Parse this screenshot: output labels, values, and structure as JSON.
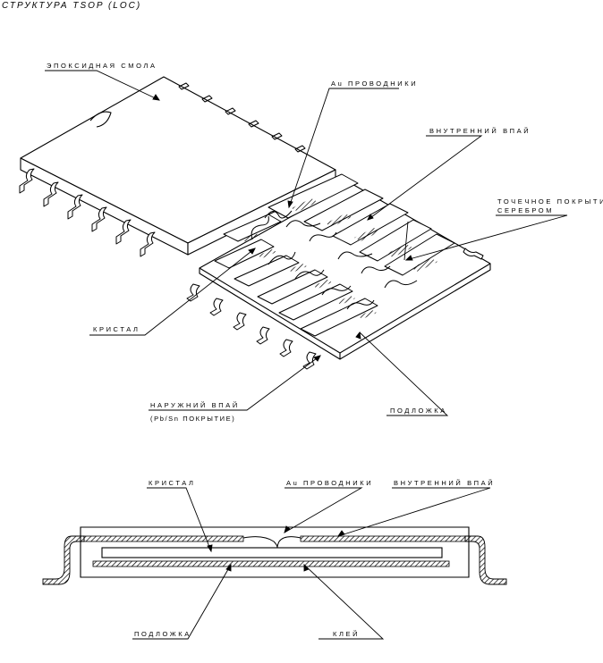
{
  "title": "СТРУКТУРА TSOP (LOC)",
  "iso_labels": {
    "epoxy": "ЭПОКСИДНАЯ СМОЛА",
    "au_wires": "Au ПРОВОДНИКИ",
    "inner_lead": "ВНУТРЕННИЙ ВПАЙ",
    "silver_line1": "ТОЧЕЧНОЕ ПОКРЫТИЕ",
    "silver_line2": "СЕРЕБРОМ",
    "chip": "КРИСТАЛ",
    "outer_lead_line1": "НАРУЖНИЙ ВПАЙ",
    "outer_lead_line2": "(Pb/Sn ПОКРЫТИЕ)",
    "substrate": "ПОДЛОЖКА"
  },
  "section_labels": {
    "chip": "КРИСТАЛ",
    "au_wires": "Au ПРОВОДНИКИ",
    "inner_lead": "ВНУТРЕННИЙ ВПАЙ",
    "substrate": "ПОДЛОЖКА",
    "glue": "КЛЕЙ"
  }
}
